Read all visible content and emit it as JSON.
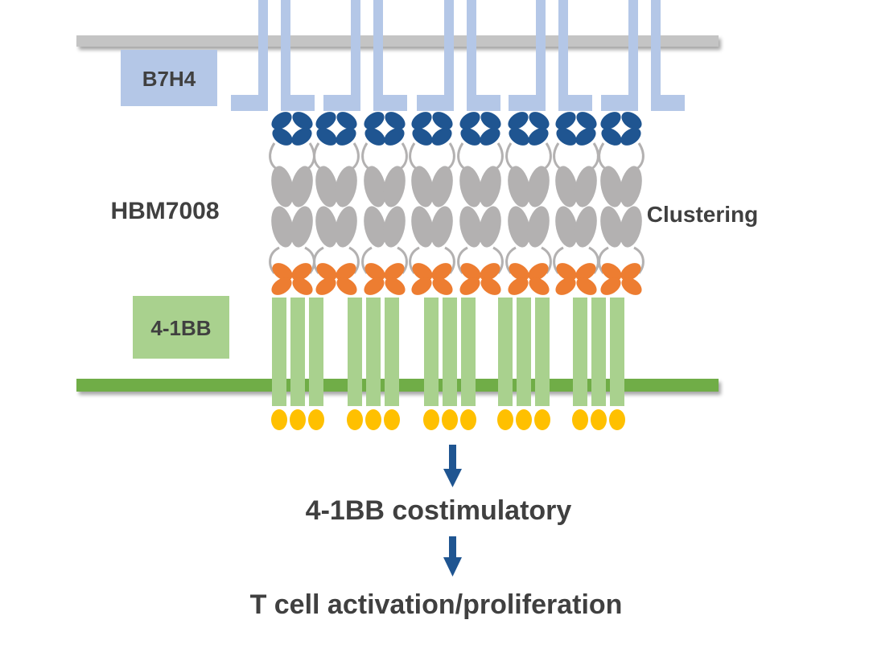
{
  "labels": {
    "b7h4": "B7H4",
    "hbm7008": "HBM7008",
    "clustering": "Clustering",
    "receptor_4_1bb": "4-1BB",
    "costimulatory": "4-1BB costimulatory",
    "activation": "T cell activation/proliferation"
  },
  "colors": {
    "membrane_top": "#c4c4c4",
    "membrane_bottom": "#70ad47",
    "b7h4_fill": "#b4c7e7",
    "b7h4_text": "#404040",
    "binder_top": "#1f5591",
    "antibody_gray": "#b3b1b1",
    "binder_bottom": "#ed7d31",
    "receptor_fill": "#a9d18e",
    "signal_dot": "#ffc000",
    "arrow": "#1f5591",
    "text_dark": "#404040"
  },
  "counts": {
    "antibodies": 8,
    "receptor_trimers": 5,
    "b7h4_dimers": 5
  }
}
